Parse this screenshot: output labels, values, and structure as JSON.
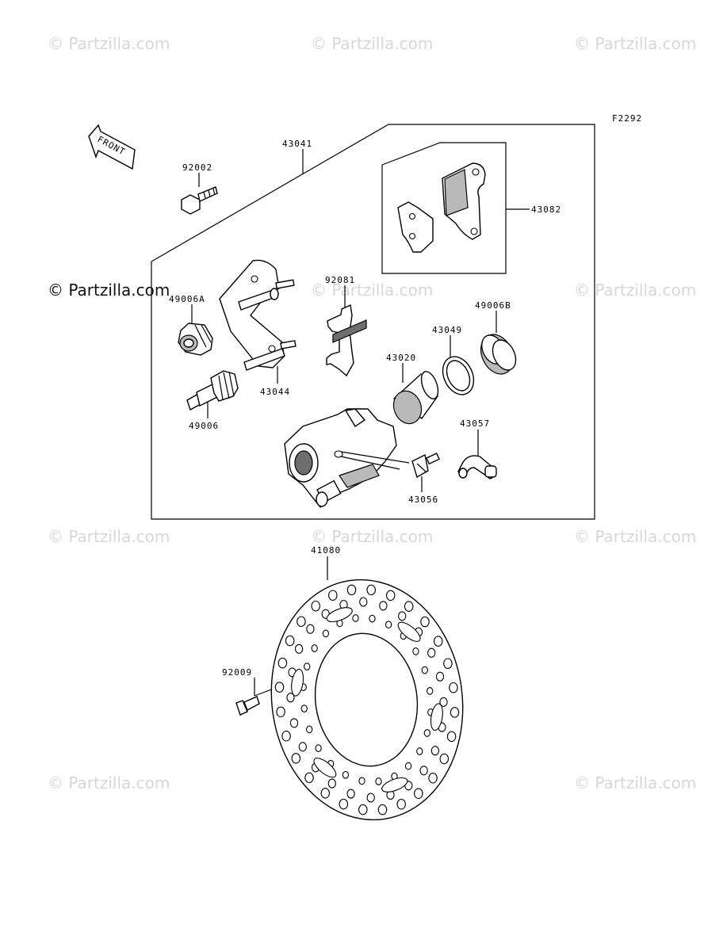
{
  "figure_code": "F2292",
  "direction_label": "FRONT",
  "watermark": {
    "text": "© Partzilla.com",
    "overlay": "© Partzilla.com"
  },
  "parts": {
    "p43041": "43041",
    "p92002": "92002",
    "p43082": "43082",
    "p92081": "92081",
    "p49006A": "49006A",
    "p49006B": "49006B",
    "p43049": "43049",
    "p43020": "43020",
    "p43044": "43044",
    "p49006": "49006",
    "p43057": "43057",
    "p43056": "43056",
    "p41080": "41080",
    "p92009": "92009"
  }
}
